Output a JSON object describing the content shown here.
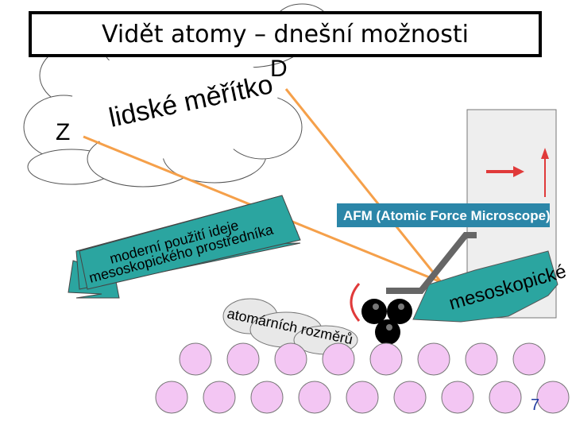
{
  "title": "Vidět atomy – dnešní možnosti",
  "labels": {
    "z": "Z",
    "d": "D",
    "human_scale": "lidské měřítko",
    "afm": "AFM (Atomic Force Microscope)",
    "ribbon_line1": "moderní použití ideje",
    "ribbon_line2": "mesoskopického prostředníka",
    "mesoscopic": "mesoskopické",
    "atomic_size": "atomárních rozměrů",
    "page_number": "7"
  },
  "colors": {
    "ribbon": "#2ba5a0",
    "afm_box": "#2b86a8",
    "beam": "#f5a04a",
    "atom": "#f3c6f3",
    "arrow": "#e03a3a",
    "tip": "#666666",
    "page_number": "#1e3aa0"
  }
}
